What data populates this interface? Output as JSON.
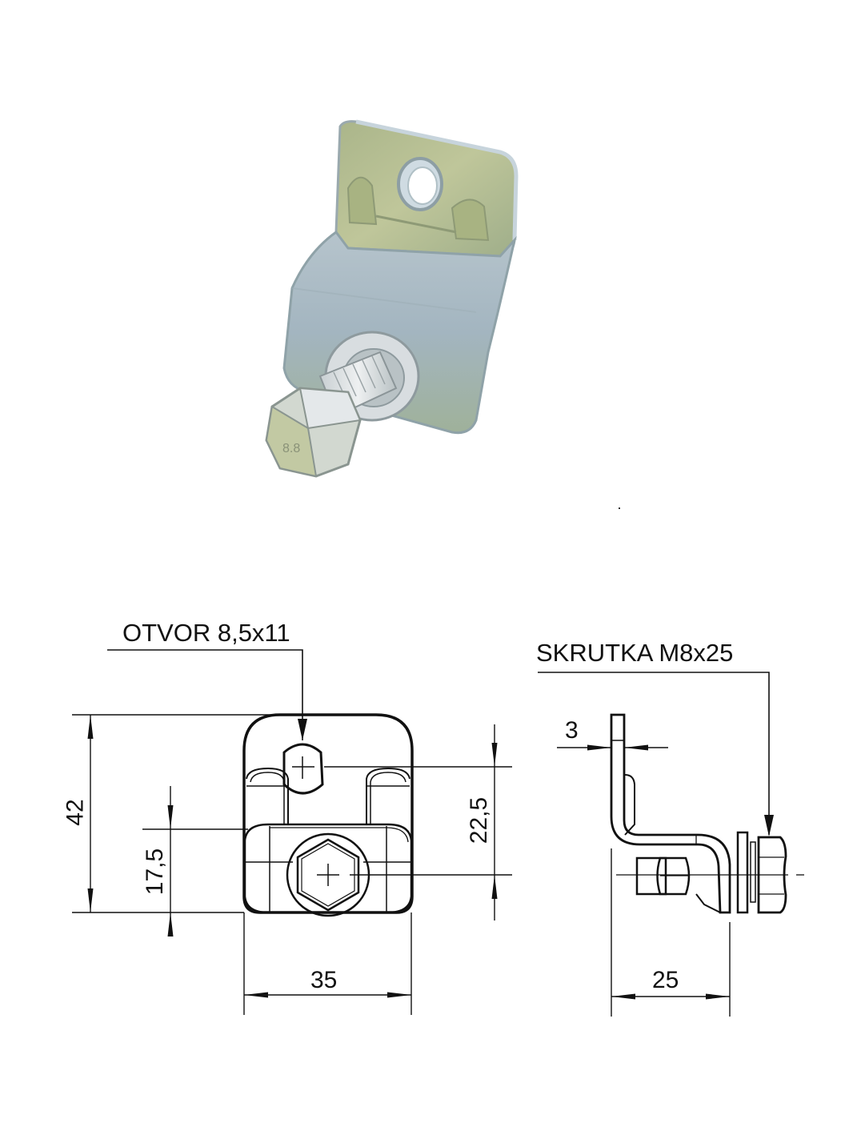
{
  "photo": {
    "subject": "galvanized steel L-bracket with slotted hole, hex bolt and washer",
    "colors": {
      "steel_light": "#c9d6dc",
      "steel_mid": "#a9bcc2",
      "steel_green": "#b7bf8e",
      "steel_shadow": "#7f8f80",
      "bolt": "#d9dde0"
    }
  },
  "front_view": {
    "callout_label": "OTVOR 8,5x11",
    "dimensions": {
      "height_total": "42",
      "bolt_offset": "17,5",
      "hole_to_bolt": "22,5",
      "width": "35"
    }
  },
  "side_view": {
    "callout_label": "SKRUTKA M8x25",
    "dimensions": {
      "thickness": "3",
      "depth": "25"
    }
  },
  "colors": {
    "line": "#111111",
    "background": "#ffffff"
  }
}
